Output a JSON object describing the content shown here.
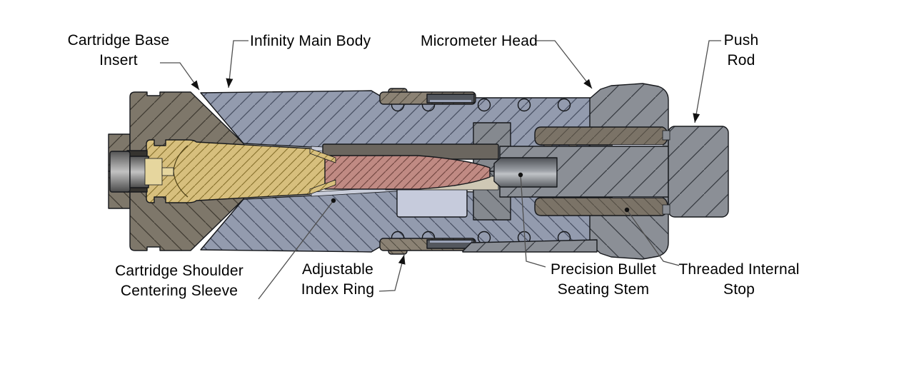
{
  "diagram": {
    "title": "Bullet seating die cutaway cross-section",
    "type": "technical cutaway illustration",
    "background": "#ffffff",
    "labels": {
      "cartridge_base_insert": "Cartridge Base\nInsert",
      "infinity_main_body": "Infinity Main Body",
      "micrometer_head": "Micrometer Head",
      "push_rod": "Push\nRod",
      "cartridge_shoulder_centering_sleeve": "Cartridge Shoulder\nCentering Sleeve",
      "adjustable_index_ring": "Adjustable\nIndex Ring",
      "precision_bullet_seating_stem": "Precision Bullet\nSeating Stem",
      "threaded_internal_stop": "Threaded Internal\nStop"
    },
    "colors": {
      "main_body": "#939bae",
      "base_insert": "#7e776a",
      "micrometer_head": "#85898f",
      "push_rod": "#8b8f96",
      "threaded_stop": "#7b7367",
      "index_ring": "#8b8274",
      "cartridge_case": "#d7bf7d",
      "bullet": "#c08a83",
      "centering_sleeve": "#c9cdda",
      "outline": "#16181c",
      "leader_line": "#4f4f4f"
    }
  }
}
